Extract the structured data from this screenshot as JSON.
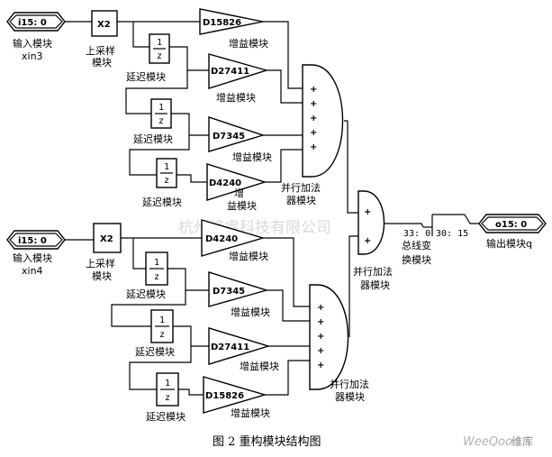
{
  "inputs": {
    "top": {
      "port": "i15: 0",
      "label": "输入模块",
      "signal": "xin3"
    },
    "bottom": {
      "port": "i15: 0",
      "label": "输入模块",
      "signal": "xin4"
    }
  },
  "upsample": {
    "box": "X2",
    "label_line1": "上采样",
    "label_line2": "模块"
  },
  "delay": {
    "numerator": "1",
    "denominator": "z",
    "label": "延迟模块"
  },
  "gain_label": "增益模块",
  "gain_label_split": {
    "line1": "增",
    "line2": "益模块"
  },
  "gains_top": [
    "D15826",
    "D27411",
    "D7345",
    "D4240"
  ],
  "gains_bottom": [
    "D4240",
    "D7345",
    "D27411",
    "D15826"
  ],
  "adder": {
    "plus": "+",
    "label_line1": "并行加法",
    "label_line2": "器模块"
  },
  "bus": {
    "in_range": "33: 0",
    "out_range": "30: 15",
    "label_line1": "总线变",
    "label_line2": "换模块"
  },
  "output": {
    "port": "o15: 0",
    "label": "输出模块q"
  },
  "caption": "图 2  重构模块结构图",
  "watermark": "杭州将睿科技有限公司",
  "logo": {
    "text1": "WeeQoo",
    "text2": "维库"
  }
}
